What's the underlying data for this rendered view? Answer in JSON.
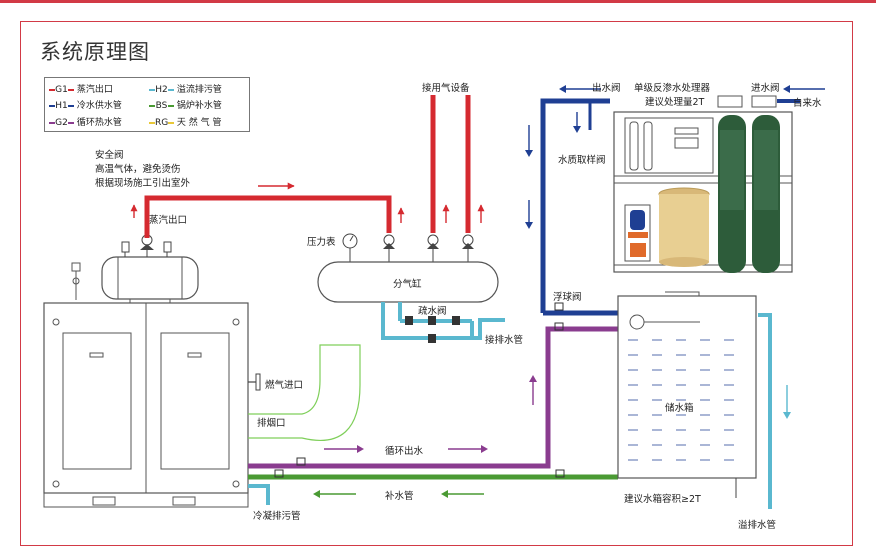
{
  "title": "系统原理图",
  "colors": {
    "G1": "#d52a30",
    "H1": "#1f3f93",
    "G2": "#8a3c8f",
    "H2": "#5ab8cf",
    "BS": "#4a9a33",
    "RG": "#e8c838"
  },
  "legend": [
    {
      "code": "G1",
      "label": "蒸汽出口",
      "color": "#d52a30"
    },
    {
      "code": "H2",
      "label": "溢流排污管",
      "color": "#5ab8cf"
    },
    {
      "code": "H1",
      "label": "冷水供水管",
      "color": "#1f3f93"
    },
    {
      "code": "BS",
      "label": "锅炉补水管",
      "color": "#4a9a33"
    },
    {
      "code": "G2",
      "label": "循环热水管",
      "color": "#8a3c8f"
    },
    {
      "code": "RG",
      "label": "天 然 气 管",
      "color": "#e8c838"
    }
  ],
  "labels": {
    "safety_valve_1": "安全阀",
    "safety_valve_2": "高温气体，避免烫伤",
    "safety_valve_3": "根据现场施工引出室外",
    "steam_outlet": "蒸汽出口",
    "pressure_gauge": "压力表",
    "gas_equipment": "接用气设备",
    "steam_header": "分气缸",
    "drain_valve": "疏水阀",
    "drain_pipe": "接排水管",
    "gas_inlet": "燃气进口",
    "flue": "排烟口",
    "circulation_out": "循环出水",
    "makeup_pipe": "补水管",
    "condensate_drain": "冷凝排污管",
    "outlet_valve": "出水阀",
    "ro_treatment_1": "单级反渗水处理器",
    "ro_treatment_2": "建议处理量2T",
    "inlet_valve": "进水阀",
    "tap_water": "自来水",
    "sample_valve": "水质取样阀",
    "float_valve": "浮球阀",
    "water_tank": "储水箱",
    "tank_volume": "建议水箱容积≥2T",
    "overflow_pipe": "溢排水管"
  }
}
